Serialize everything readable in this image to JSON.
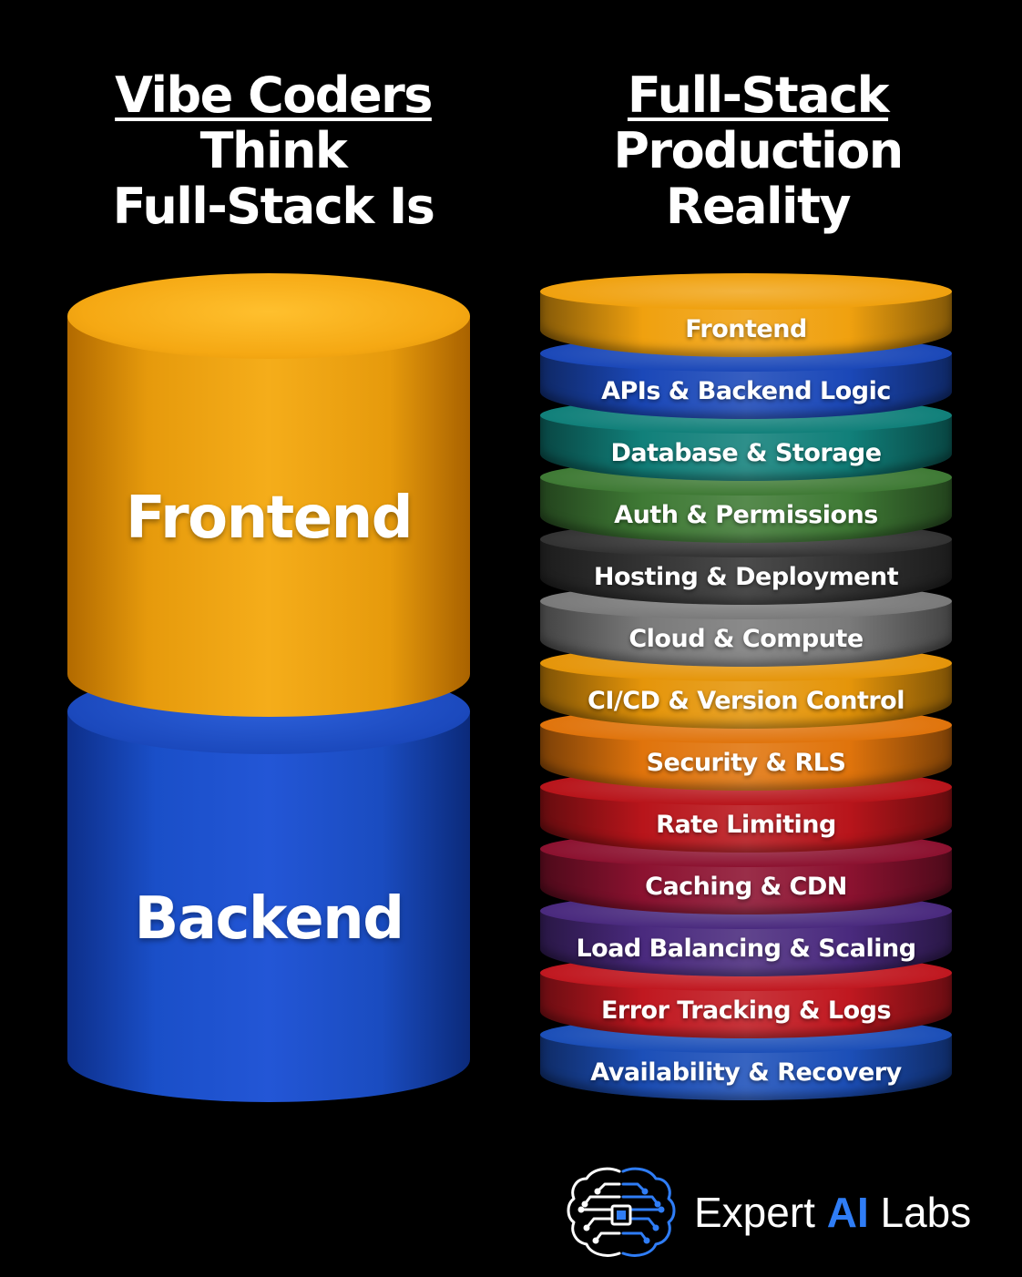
{
  "left_heading": {
    "line1": "Vibe Coders",
    "line2": "Think",
    "line3": "Full-Stack Is"
  },
  "right_heading": {
    "line1": "Full-Stack",
    "line2": "Production",
    "line3": "Reality"
  },
  "left_cylinder": {
    "top_label": "Frontend",
    "bottom_label": "Backend",
    "top_color": "#f5a813",
    "bottom_color": "#1a4cc0"
  },
  "stack_layers": [
    {
      "label": "Frontend",
      "color": "#f0a10f"
    },
    {
      "label": "APIs & Backend Logic",
      "color": "#1b48b8"
    },
    {
      "label": "Database & Storage",
      "color": "#11807a"
    },
    {
      "label": "Auth & Permissions",
      "color": "#3f7a35"
    },
    {
      "label": "Hosting & Deployment",
      "color": "#333333"
    },
    {
      "label": "Cloud & Compute",
      "color": "#7a7a7a"
    },
    {
      "label": "CI/CD & Version Control",
      "color": "#e5950a"
    },
    {
      "label": "Security & RLS",
      "color": "#e0740c"
    },
    {
      "label": "Rate Limiting",
      "color": "#b8151b"
    },
    {
      "label": "Caching & CDN",
      "color": "#8c1230"
    },
    {
      "label": "Load Balancing & Scaling",
      "color": "#4a2a7e"
    },
    {
      "label": "Error Tracking & Logs",
      "color": "#c01820"
    },
    {
      "label": "Availability & Recovery",
      "color": "#1c4fb8"
    }
  ],
  "logo": {
    "brand_part1": "Expert ",
    "brand_part2": "AI",
    "brand_part3": " Labs",
    "icon": "brain-circuit-icon"
  }
}
